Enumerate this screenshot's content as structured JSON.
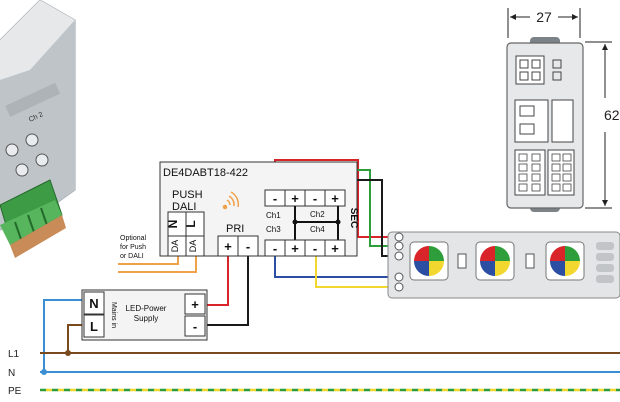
{
  "module": {
    "model": "DE4DABT18-422",
    "push_label_1": "PUSH",
    "push_label_2": "DALI",
    "terminals": {
      "n": "N",
      "l": "L",
      "da1": "DA",
      "da2": "DA"
    },
    "pri_label": "PRI",
    "sec_label": "SEC",
    "plus": "+",
    "minus": "-",
    "channels": {
      "ch1": "Ch1",
      "ch2": "Ch2",
      "ch3": "Ch3",
      "ch4": "Ch4"
    },
    "optional_note": [
      "Optional",
      "for Push",
      "or DALI"
    ]
  },
  "device_photo": {
    "ch_label": "Ch 2"
  },
  "power_supply": {
    "n": "N",
    "l": "L",
    "mains_in": "Mains in",
    "title_1": "LED-Power",
    "title_2": "Supply",
    "plus": "+",
    "minus": "-"
  },
  "dimensions": {
    "width": "27",
    "height": "62"
  },
  "mains_lines": {
    "l1": "L1",
    "n": "N",
    "pe": "PE"
  },
  "colors": {
    "red": "#d9252a",
    "green": "#2e9e3b",
    "blue": "#2b4ea2",
    "yellow": "#f2d72e",
    "brown": "#7a4a1f",
    "mains_blue": "#3b8ed1",
    "orange": "#f0a24a",
    "black": "#1a1a1a"
  }
}
